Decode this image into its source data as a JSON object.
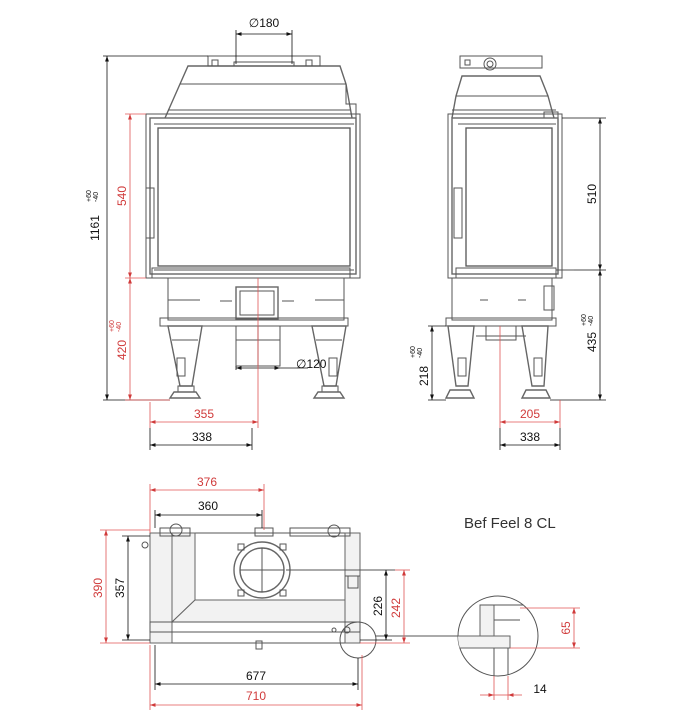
{
  "title": "Bef Feel 8 CL",
  "front_view": {
    "flue_diameter": "∅180",
    "air_inlet_diameter": "∅120",
    "total_height": "1161",
    "total_height_tol_plus": "+60",
    "total_height_tol_minus": "-40",
    "door_height": "540",
    "leg_height": "420",
    "leg_height_tol_plus": "+60",
    "leg_height_tol_minus": "-40",
    "half_width_red": "355",
    "half_width_black": "338"
  },
  "side_view": {
    "door_height": "510",
    "lower_height": "435",
    "lower_height_tol_plus": "+60",
    "lower_height_tol_minus": "-40",
    "foot_height": "218",
    "foot_height_tol_plus": "+60",
    "foot_height_tol_minus": "-40",
    "depth_red": "205",
    "depth_black": "338"
  },
  "top_view": {
    "width_red_top": "376",
    "width_black_top": "360",
    "depth_red": "390",
    "depth_black": "357",
    "flue_offset_black": "226",
    "flue_offset_red": "242",
    "width_black_bottom": "677",
    "width_red_bottom": "710"
  },
  "detail": {
    "height": "65",
    "width": "14"
  },
  "colors": {
    "outline": "#555555",
    "dimension": "#111111",
    "installation_dimension": "#d03a3a"
  }
}
